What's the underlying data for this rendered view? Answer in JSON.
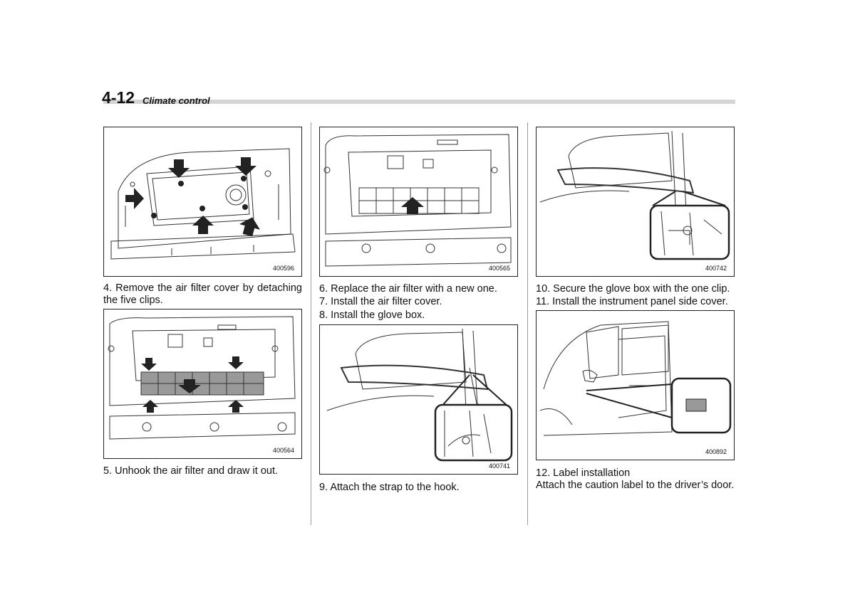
{
  "header": {
    "page_number": "4-12",
    "section_title": "Climate control"
  },
  "figures": {
    "f1": "400596",
    "f2": "400564",
    "f3": "400565",
    "f4": "400741",
    "f5": "400742",
    "f6": "400892"
  },
  "steps": {
    "s4": "4.  Remove the air filter cover by detaching the five clips.",
    "s5": "5.  Unhook the air filter and draw it out.",
    "s6": "6.  Replace the air filter with a new one.",
    "s7": "7.  Install the air filter cover.",
    "s8": "8.  Install the glove box.",
    "s9": "9.  Attach the strap to the hook.",
    "s10": "10. Secure the glove box with the one clip.",
    "s11": "11. Install the instrument panel side cover.",
    "s12_title": "12. Label installation",
    "s12_body": "Attach the caution label to the driver’s door."
  }
}
